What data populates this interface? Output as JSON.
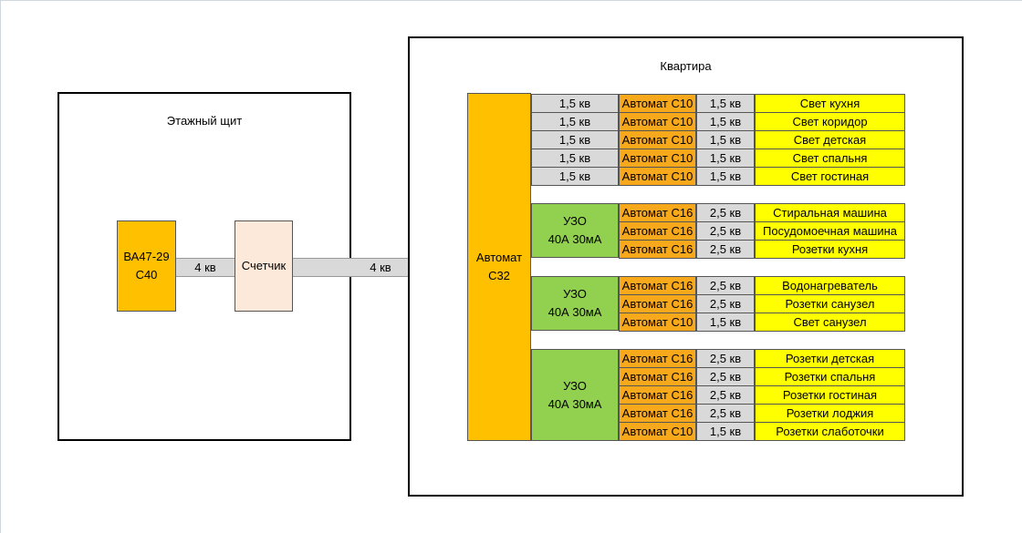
{
  "floor_panel": {
    "title": "Этажный щит",
    "breaker_lines": [
      "ВА47-29",
      "С40"
    ],
    "meter": "Счетчик",
    "wire_breaker_meter": "4 кв",
    "wire_meter_main": "4 кв"
  },
  "apartment": {
    "title": "Квартира",
    "main_breaker_lines": [
      "Автомат",
      "С32"
    ],
    "direct_rows": [
      {
        "feed": "1,5 кв",
        "breaker": "Автомат С10",
        "cable": "1,5 кв",
        "load": "Свет кухня"
      },
      {
        "feed": "1,5 кв",
        "breaker": "Автомат С10",
        "cable": "1,5 кв",
        "load": "Свет коридор"
      },
      {
        "feed": "1,5 кв",
        "breaker": "Автомат С10",
        "cable": "1,5 кв",
        "load": "Свет детская"
      },
      {
        "feed": "1,5 кв",
        "breaker": "Автомат С10",
        "cable": "1,5 кв",
        "load": "Свет спальня"
      },
      {
        "feed": "1,5 кв",
        "breaker": "Автомат С10",
        "cable": "1,5 кв",
        "load": "Свет гостиная"
      }
    ],
    "rcd_groups": [
      {
        "rcd_lines": [
          "УЗО",
          "40А 30мА"
        ],
        "rows": [
          {
            "breaker": "Автомат С16",
            "cable": "2,5 кв",
            "load": "Стиральная машина"
          },
          {
            "breaker": "Автомат С16",
            "cable": "2,5 кв",
            "load": "Посудомоечная машина"
          },
          {
            "breaker": "Автомат С16",
            "cable": "2,5 кв",
            "load": "Розетки кухня"
          }
        ]
      },
      {
        "rcd_lines": [
          "УЗО",
          "40А 30мА"
        ],
        "rows": [
          {
            "breaker": "Автомат С16",
            "cable": "2,5 кв",
            "load": "Водонагреватель"
          },
          {
            "breaker": "Автомат С16",
            "cable": "2,5 кв",
            "load": "Розетки санузел"
          },
          {
            "breaker": "Автомат С10",
            "cable": "1,5 кв",
            "load": "Свет санузел"
          }
        ]
      },
      {
        "rcd_lines": [
          "УЗО",
          "40А 30мА"
        ],
        "rows": [
          {
            "breaker": "Автомат С16",
            "cable": "2,5 кв",
            "load": "Розетки детская"
          },
          {
            "breaker": "Автомат С16",
            "cable": "2,5 кв",
            "load": "Розетки спальня"
          },
          {
            "breaker": "Автомат С16",
            "cable": "2,5 кв",
            "load": "Розетки гостиная"
          },
          {
            "breaker": "Автомат С16",
            "cable": "2,5 кв",
            "load": "Розетки лоджия"
          },
          {
            "breaker": "Автомат С10",
            "cable": "1,5 кв",
            "load": "Розетки слаботочки"
          }
        ]
      }
    ]
  },
  "colors": {
    "breaker": "#f7a81b",
    "main_breaker": "#ffc000",
    "meter": "#fde9d9",
    "rcd": "#92d050",
    "load": "#ffff00",
    "wire": "#d9d9d9"
  }
}
